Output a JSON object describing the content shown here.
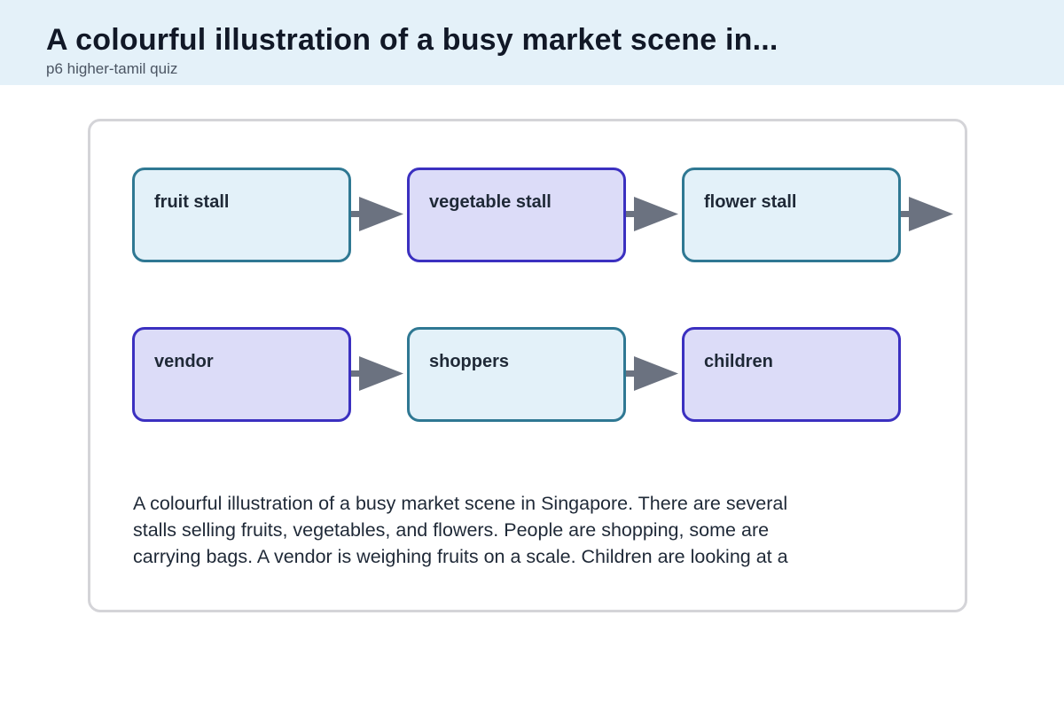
{
  "header": {
    "title": "A colourful illustration of a busy market scene in...",
    "subtitle": "p6 higher-tamil quiz"
  },
  "diagram": {
    "rows": [
      {
        "nodes": [
          {
            "label": "fruit stall",
            "style": "teal"
          },
          {
            "label": "vegetable stall",
            "style": "indigo"
          },
          {
            "label": "flower stall",
            "style": "teal"
          }
        ],
        "trailing_arrow": true
      },
      {
        "nodes": [
          {
            "label": "vendor",
            "style": "indigo"
          },
          {
            "label": "shoppers",
            "style": "teal"
          },
          {
            "label": "children",
            "style": "indigo"
          }
        ],
        "trailing_arrow": false
      }
    ]
  },
  "description": {
    "lines": [
      "A colourful illustration of a busy market scene in Singapore. There are several",
      "stalls selling fruits, vegetables, and flowers. People are shopping, some are",
      "carrying bags. A vendor is weighing fruits on a scale. Children are looking at a"
    ]
  },
  "colors": {
    "header_bg": "#e4f1f9",
    "teal_fill": "#e3f1f9",
    "teal_border": "#2f7893",
    "indigo_fill": "#dcdcf8",
    "indigo_border": "#3b30c0",
    "arrow": "#6b7280"
  }
}
